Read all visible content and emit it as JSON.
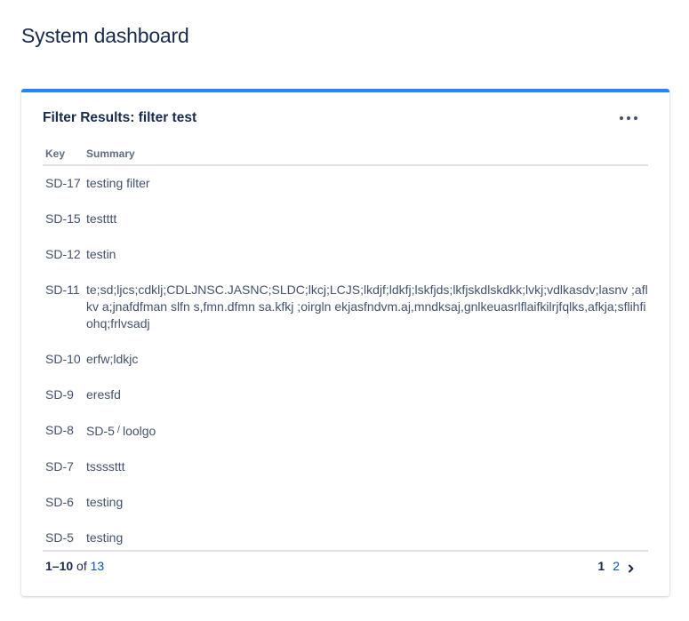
{
  "page": {
    "title": "System dashboard"
  },
  "gadget": {
    "title": "Filter Results: filter test",
    "more_icon": "more-horizontal-icon",
    "accent_color": "#2684ff",
    "columns": {
      "key": "Key",
      "summary": "Summary"
    },
    "rows": [
      {
        "key": "SD-17",
        "summary": "testing filter"
      },
      {
        "key": "SD-15",
        "summary": "testttt"
      },
      {
        "key": "SD-12",
        "summary": "testin"
      },
      {
        "key": "SD-11",
        "summary": "te;sd;ljcs;cdklj;CDLJNSC.JASNC;SLDC;lkcj;LCJS;lkdjf;ldkfj;lskfjds;lkfjskdlskdkk;lvkj;vdlkasdv;lasnv ;aflkv a;jnafdfman slfn s,fmn.dfmn sa.kfkj ;oirgln ekjasfndvm.aj,mndksaj,gnlkeuasrlflaifkilrjfqlks,afkja;sflihfiohq;frlvsadj"
      },
      {
        "key": "SD-10",
        "summary": "erfw;ldkjc"
      },
      {
        "key": "SD-9",
        "summary": "eresfd"
      },
      {
        "key": "SD-8",
        "parent": "SD-5",
        "separator": "/",
        "summary": "loolgo"
      },
      {
        "key": "SD-7",
        "summary": "tssssttt"
      },
      {
        "key": "SD-6",
        "summary": "testing"
      },
      {
        "key": "SD-5",
        "summary": "testing"
      }
    ],
    "footer": {
      "range": "1–10",
      "of_label": "of",
      "total": "13",
      "pages": [
        "1",
        "2"
      ],
      "current_page": "1",
      "next_icon": "chevron-right-icon"
    }
  }
}
